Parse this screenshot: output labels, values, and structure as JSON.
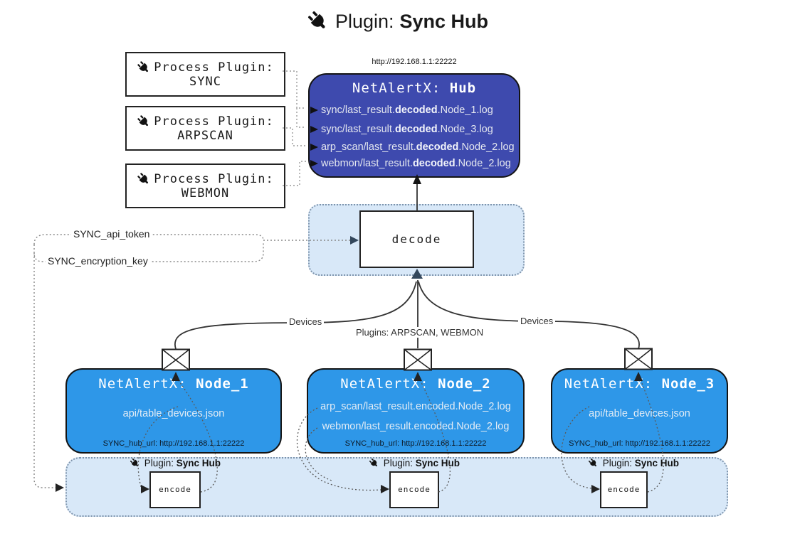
{
  "title": {
    "prefix": "Plugin:",
    "strong": "Sync Hub"
  },
  "process_plugins": [
    {
      "label": "Process Plugin:",
      "name": "SYNC"
    },
    {
      "label": "Process Plugin:",
      "name": "ARPSCAN"
    },
    {
      "label": "Process Plugin:",
      "name": "WEBMON"
    }
  ],
  "hub": {
    "url": "http://192.168.1.1:22222",
    "title_prefix": "NetAlertX:",
    "title_strong": "Hub",
    "logs": [
      {
        "pre": "sync/last_result.",
        "bold": "decoded",
        "post": ".Node_1.log"
      },
      {
        "pre": "sync/last_result.",
        "bold": "decoded",
        "post": ".Node_3.log"
      },
      {
        "pre": "arp_scan/last_result.",
        "bold": "decoded",
        "post": ".Node_2.log"
      },
      {
        "pre": "webmon/last_result.",
        "bold": "decoded",
        "post": ".Node_2.log"
      }
    ]
  },
  "decode": {
    "label": "decode"
  },
  "config": {
    "api_token": "SYNC_api_token",
    "encryption_key": "SYNC_encryption_key"
  },
  "edges": {
    "devices_left": "Devices",
    "devices_right": "Devices",
    "plugins_mid": "Plugins: ARPSCAN, WEBMON"
  },
  "nodes": [
    {
      "title_prefix": "NetAlertX:",
      "title_strong": "Node_1",
      "lines": [
        "api/table_devices.json"
      ],
      "hub_url": "SYNC_hub_url: http://192.168.1.1:22222"
    },
    {
      "title_prefix": "NetAlertX:",
      "title_strong": "Node_2",
      "lines": [
        "arp_scan/last_result.encoded.Node_2.log",
        "webmon/last_result.encoded.Node_2.log"
      ],
      "hub_url": "SYNC_hub_url: http://192.168.1.1:22222"
    },
    {
      "title_prefix": "NetAlertX:",
      "title_strong": "Node_3",
      "lines": [
        "api/table_devices.json"
      ],
      "hub_url": "SYNC_hub_url: http://192.168.1.1:22222"
    }
  ],
  "encoders": [
    {
      "label_prefix": "Plugin:",
      "label_strong": "Sync Hub",
      "box": "encode"
    },
    {
      "label_prefix": "Plugin:",
      "label_strong": "Sync Hub",
      "box": "encode"
    },
    {
      "label_prefix": "Plugin:",
      "label_strong": "Sync Hub",
      "box": "encode"
    }
  ],
  "colors": {
    "hub_fill": "#3E4AAE",
    "node_fill": "#2E97E8",
    "container_fill": "#D8E8F8",
    "container_border": "#7E94AC",
    "edge_solid": "#333333",
    "edge_dotted": "#999999",
    "arrow_slate": "#33475C",
    "text_on_dark": "#FFFFFF"
  }
}
